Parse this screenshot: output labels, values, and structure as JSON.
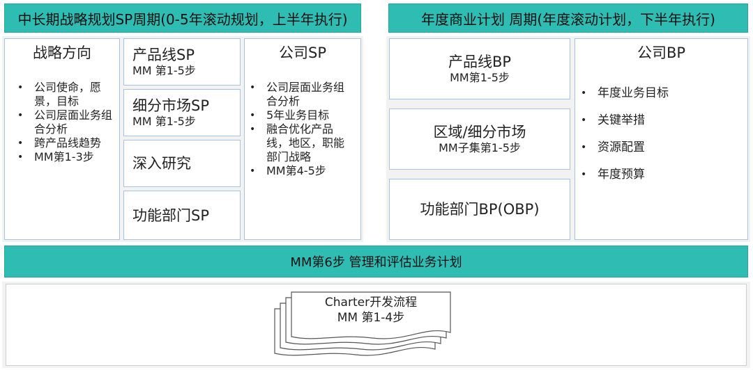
{
  "left_header": "中长期战略规划SP周期(0-5年滚动规划，上半年执行)",
  "right_header": "年度商业计划 周期(年度滚动计划，下半年执行)",
  "strategy": {
    "title": "战略方向",
    "items": [
      "公司使命，愿景，目标",
      "公司层面业务组合分析",
      "跨产品线趋势",
      "MM第1-3步"
    ]
  },
  "sp_boxes": [
    {
      "title": "产品线SP",
      "sub": "MM 第1-5步"
    },
    {
      "title": "细分市场SP",
      "sub": "MM 第1-5步"
    },
    {
      "title": "深入研究",
      "sub": ""
    },
    {
      "title": "功能部门SP",
      "sub": ""
    }
  ],
  "company_sp": {
    "title": "公司SP",
    "items": [
      "公司层面业务组合分析",
      "5年业务目标",
      "融合优化产品线，地区，职能部门战略",
      "MM第4-5步"
    ]
  },
  "bp_boxes": [
    {
      "title": "产品线BP",
      "sub": "MM第1-5步"
    },
    {
      "title": "区域/细分市场",
      "sub": "MM子集第1-5步"
    },
    {
      "title": "功能部门BP(OBP)",
      "sub": ""
    }
  ],
  "company_bp": {
    "title": "公司BP",
    "items": [
      "年度业务目标",
      "关键举措",
      "资源配置",
      "年度预算"
    ]
  },
  "bottom_bar": "MM第6步 管理和评估业务计划",
  "charter": {
    "line1": "Charter开发流程",
    "line2": "MM 第1-4步"
  },
  "bullet_char": "•"
}
